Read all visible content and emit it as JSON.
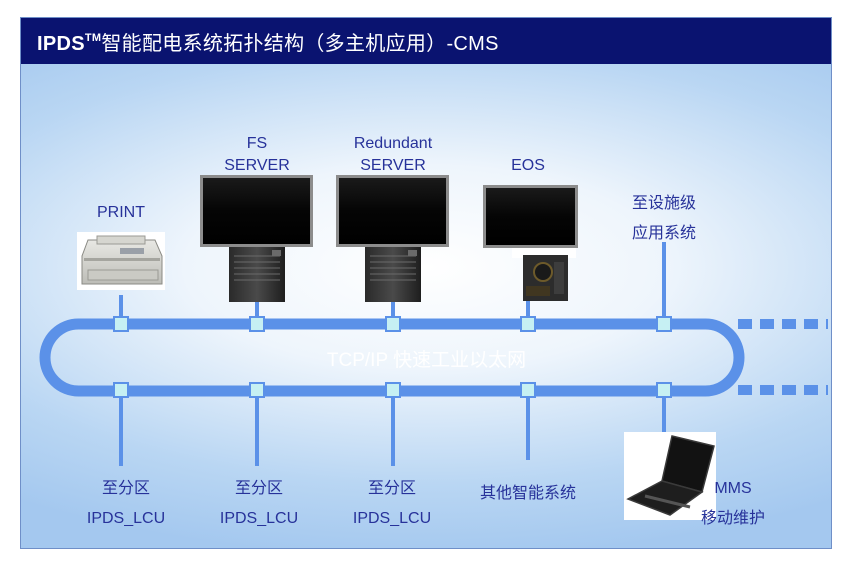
{
  "title": {
    "prefix": "IPDS",
    "superscript": "TM",
    "text": "智能配电系统拓扑结构（多主机应用）-CMS"
  },
  "network": {
    "label": "TCP/IP 快速工业以太网"
  },
  "devices": {
    "print": "PRINT",
    "fs_server": [
      "FS",
      "SERVER"
    ],
    "redundant_server": [
      "Redundant",
      "SERVER"
    ],
    "eos": "EOS",
    "facility": [
      "至设施级",
      "应用系统"
    ]
  },
  "bottom_nodes": {
    "lcu_1": [
      "至分区",
      "IPDS_LCU"
    ],
    "lcu_2": [
      "至分区",
      "IPDS_LCU"
    ],
    "lcu_3": [
      "至分区",
      "IPDS_LCU"
    ],
    "other": "其他智能系统",
    "mms": [
      "MMS",
      "移动维护"
    ]
  },
  "colors": {
    "title_bar": "#0a1370",
    "ring": "#5b91e8",
    "node": "#c6f0f3",
    "label_text": "#27329a"
  }
}
